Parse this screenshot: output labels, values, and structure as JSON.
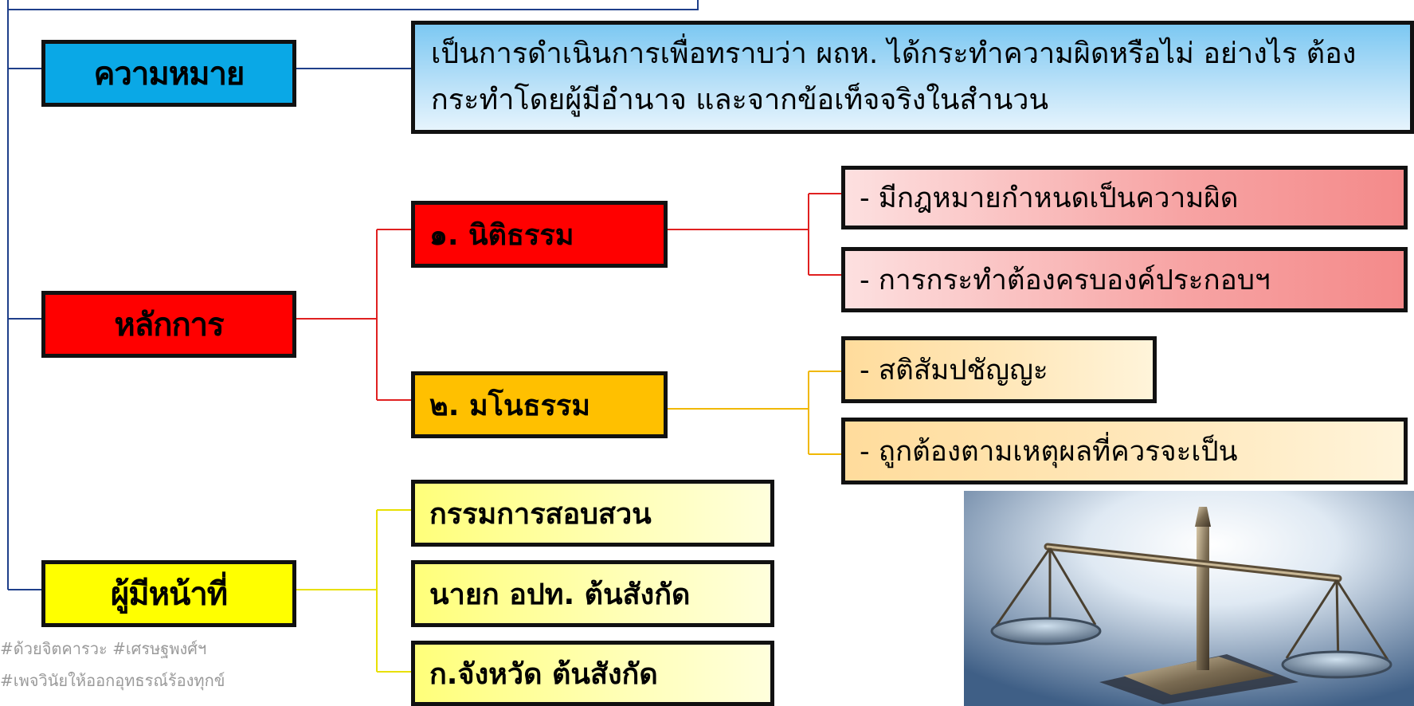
{
  "colors": {
    "blue_line": "#1f3f8a",
    "red_line": "#e02020",
    "orange_line": "#f0b800",
    "yellow_line": "#e8e000",
    "meaning_fill": "#0aa8e6",
    "principle_fill": "#ff0000",
    "duty_fill": "#ffff00",
    "legal_fill": "#ff0000",
    "moral_fill": "#ffc000"
  },
  "categories": {
    "meaning": "ความหมาย",
    "principles": "หลักการ",
    "responsible": "ผู้มีหน้าที่"
  },
  "definition": {
    "line1": "เป็นการดำเนินการเพื่อทราบว่า ผถห. ได้กระทำความผิดหรือไม่ อย่างไร ต้อง",
    "line2": "กระทำโดยผู้มีอำนาจ และจากข้อเท็จจริงในสำนวน"
  },
  "principles": {
    "legal": {
      "label": "๑. นิติธรรม",
      "items": [
        "- มีกฎหมายกำหนดเป็นความผิด",
        "- การกระทำต้องครบองค์ประกอบฯ"
      ]
    },
    "moral": {
      "label": "๒. มโนธรรม",
      "items": [
        "- สติสัมปชัญญะ",
        "- ถูกต้องตามเหตุผลที่ควรจะเป็น"
      ]
    }
  },
  "responsible_parties": [
    "กรรมการสอบสวน",
    "นายก อปท. ต้นสังกัด",
    "ก.จังหวัด ต้นสังกัด"
  ],
  "watermark": {
    "line1": "#ด้วยจิตคารวะ #เศรษฐพงศ์ฯ",
    "line2": "#เพจวินัยให้ออกอุทธรณ์ร้องทุกข์"
  },
  "image": {
    "name": "scales-of-justice"
  }
}
